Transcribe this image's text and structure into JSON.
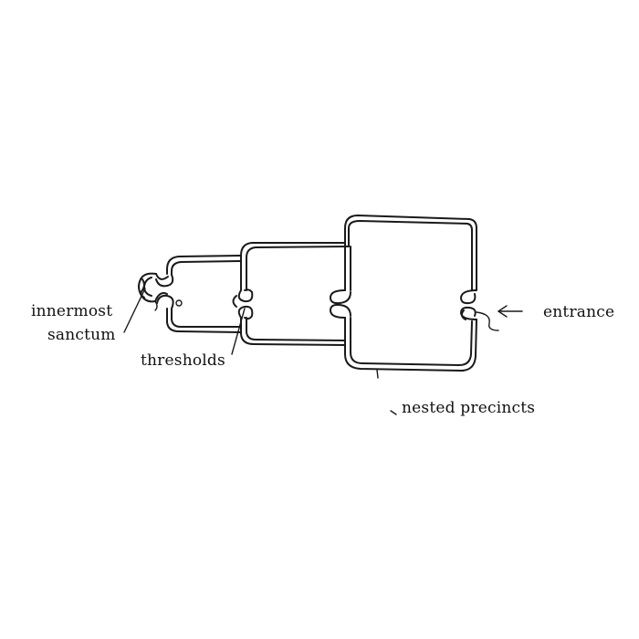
{
  "labels": {
    "innermost_line1": "innermost",
    "innermost_line2": "sanctum",
    "thresholds": "thresholds",
    "entrance": "entrance",
    "nested_precincts": "nested precincts"
  }
}
